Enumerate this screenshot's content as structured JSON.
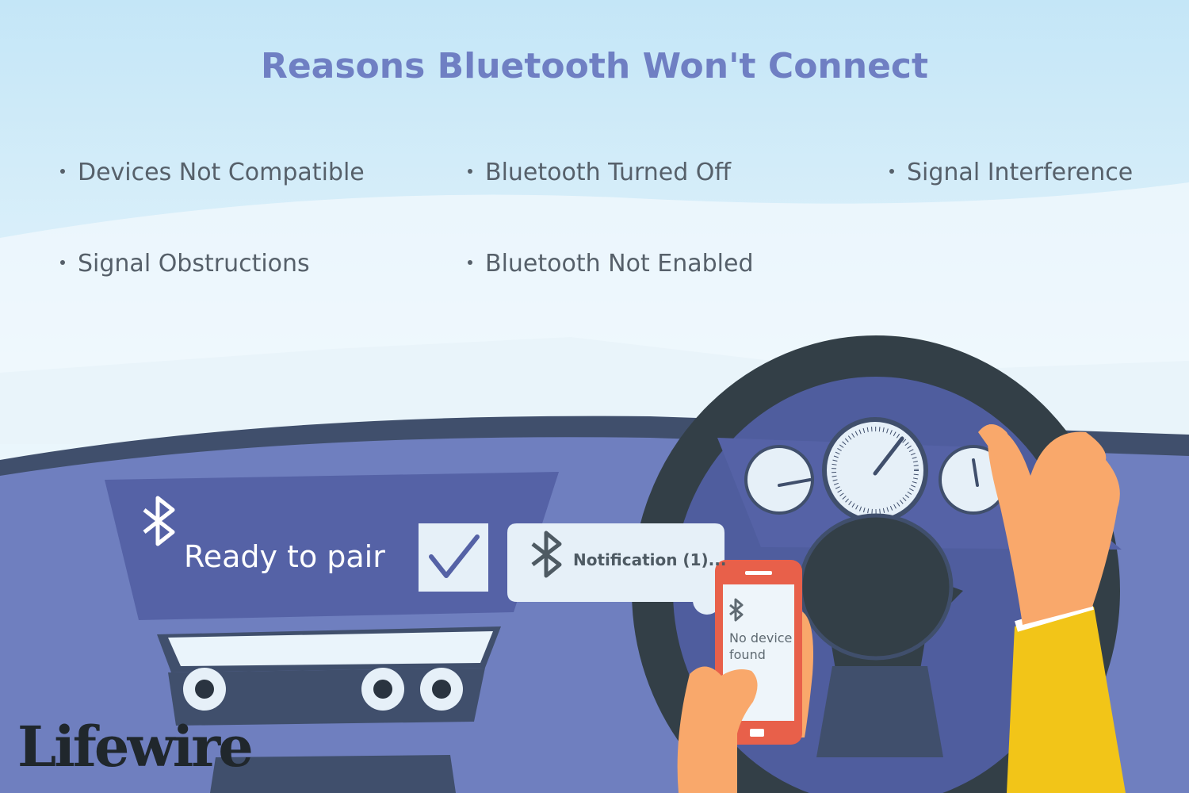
{
  "title": "Reasons Bluetooth Won't Connect",
  "reasons": [
    "Devices Not Compatible",
    "Bluetooth Turned Off",
    "Signal Interference",
    "Signal Obstructions",
    "Bluetooth Not Enabled"
  ],
  "dashboard": {
    "screen_status": "Ready to pair",
    "notification": "Notification (1)...",
    "phone_line1": "No device",
    "phone_line2": "found"
  },
  "logo": "Lifewire",
  "colors": {
    "title": "#6f7fc3",
    "dashboard": "#6f7fbf",
    "screen": "#5562a6",
    "phone": "#e8604a",
    "sleeve": "#f2c518",
    "skin": "#f9a86b"
  }
}
